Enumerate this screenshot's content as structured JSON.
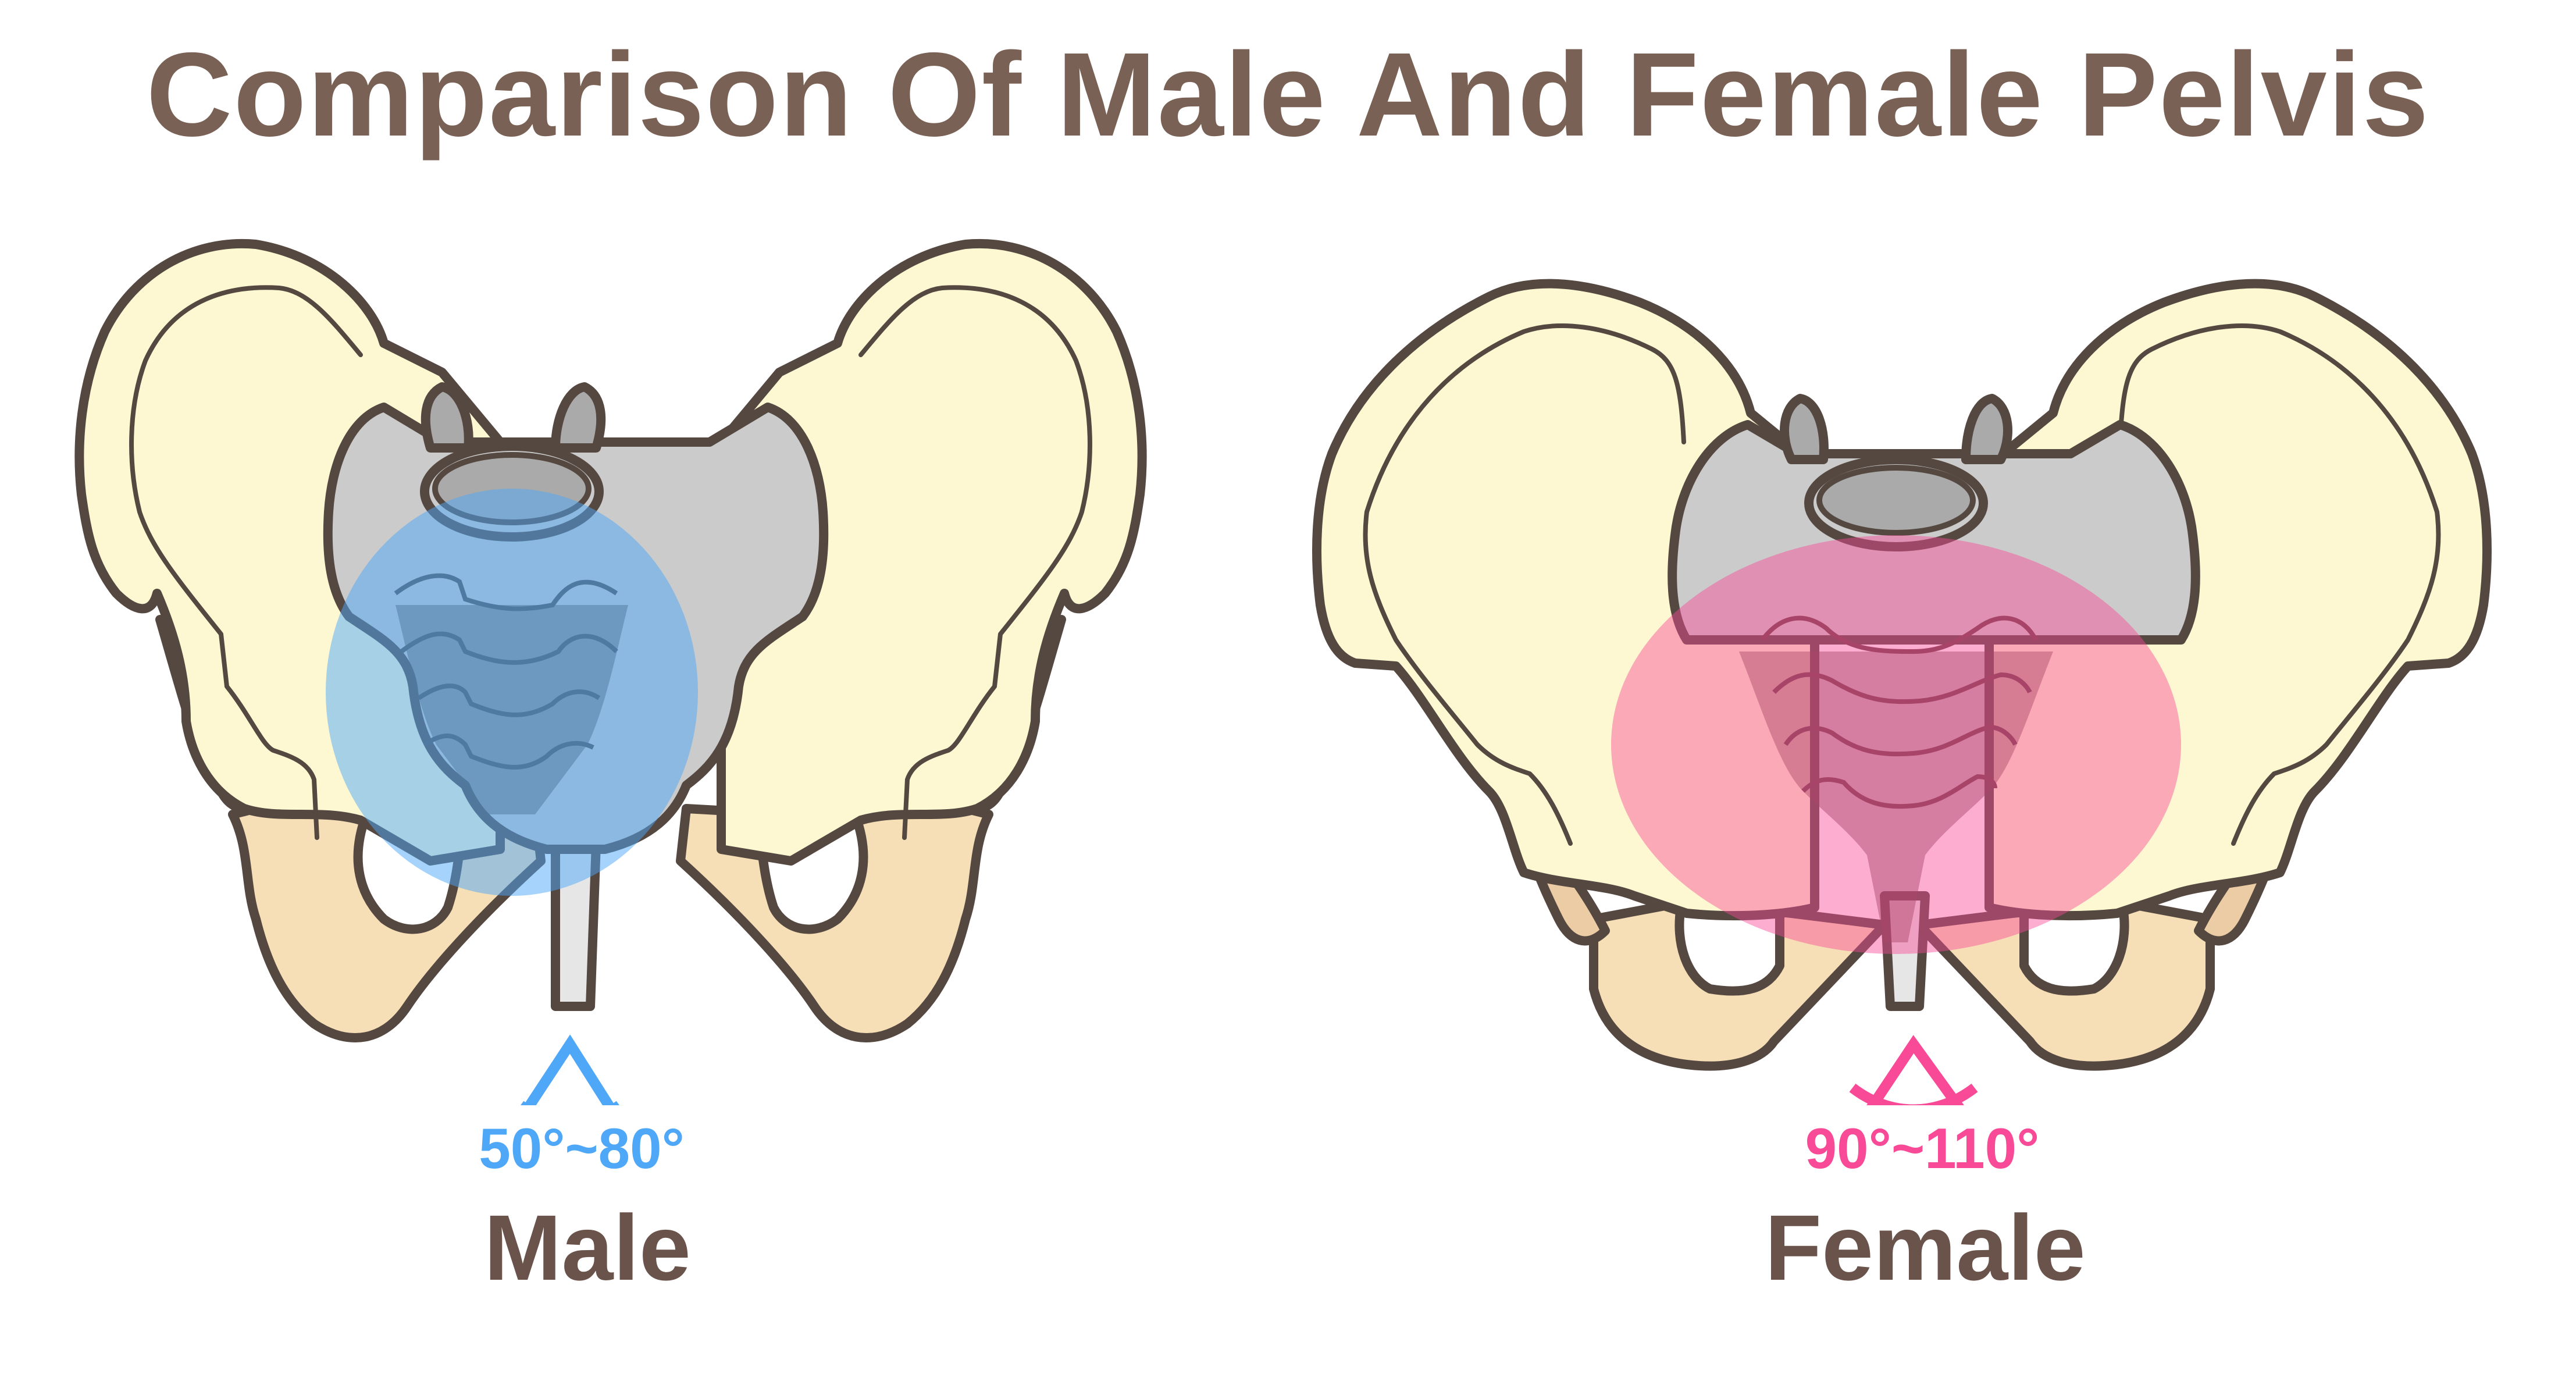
{
  "title": "Comparison Of Male And Female Pelvis",
  "colors": {
    "title_text": "#7a6155",
    "label_text": "#6a534a",
    "outline": "#554841",
    "ilium_fill": "#fdf8d2",
    "pubis_fill": "#f6dfb6",
    "acetabulum_fill": "#ecccA5",
    "sacrum_fill": "#cbcbcb",
    "vertebra_fill": "#aaaaaa",
    "symphysis_fill": "#e6e6e6",
    "male_accent": "#4ea8f7",
    "male_inlet_fill": "#8cc8f8",
    "male_sacrum_overlay": "#4e7aa2",
    "female_accent": "#f84a96",
    "female_inlet_fill": "#fb8fbb",
    "female_sacrum_overlay": "#a84468"
  },
  "panels": [
    {
      "id": "male",
      "label": "Male",
      "subpubic_angle": "50°~80°",
      "angle_min_deg": 50,
      "angle_max_deg": 80,
      "inlet_shape": "heart-shaped (narrow)"
    },
    {
      "id": "female",
      "label": "Female",
      "subpubic_angle": "90°~110°",
      "angle_min_deg": 90,
      "angle_max_deg": 110,
      "inlet_shape": "oval (wide)"
    }
  ]
}
